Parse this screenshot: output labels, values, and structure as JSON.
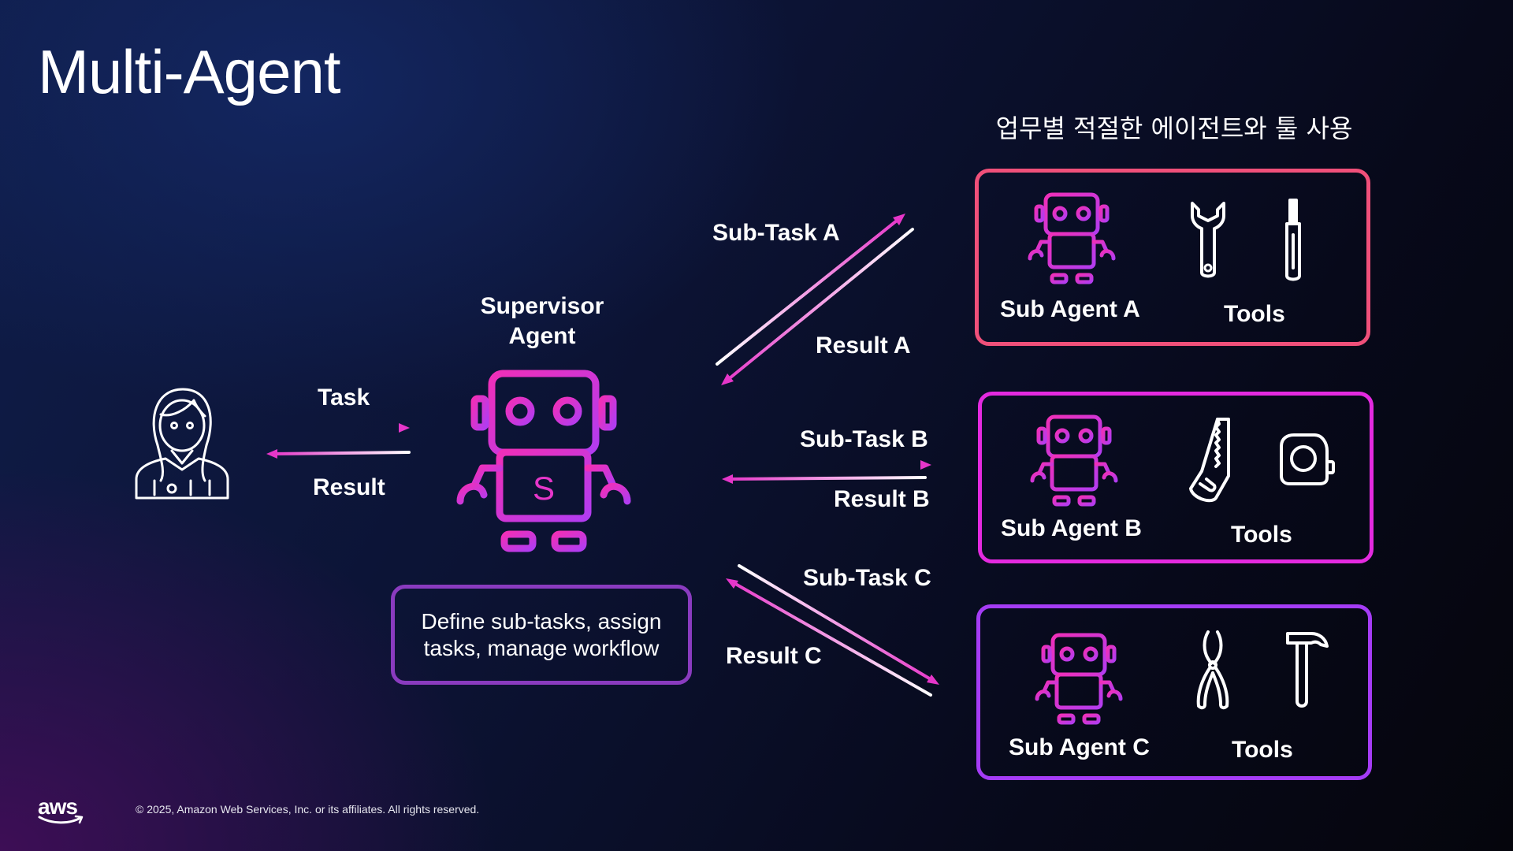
{
  "title": "Multi-Agent",
  "subtitle": "업무별 적절한 에이전트와 툴 사용",
  "user": {
    "icon": "person-icon"
  },
  "task_label": "Task",
  "result_label": "Result",
  "supervisor": {
    "label_line1": "Supervisor",
    "label_line2": "Agent",
    "badge": "S",
    "icon": "robot-icon"
  },
  "description": "Define sub-tasks, assign tasks, manage workflow",
  "flows": {
    "a": {
      "subtask": "Sub-Task A",
      "result": "Result A"
    },
    "b": {
      "subtask": "Sub-Task B",
      "result": "Result B"
    },
    "c": {
      "subtask": "Sub-Task C",
      "result": "Result C"
    }
  },
  "sub_agents": [
    {
      "name": "Sub Agent A",
      "tools_label": "Tools",
      "tools": [
        "wrench-icon",
        "screwdriver-icon"
      ],
      "color": "#f0507a"
    },
    {
      "name": "Sub Agent B",
      "tools_label": "Tools",
      "tools": [
        "saw-icon",
        "tape-measure-icon"
      ],
      "color": "#e42ae0"
    },
    {
      "name": "Sub Agent C",
      "tools_label": "Tools",
      "tools": [
        "pliers-icon",
        "hammer-icon"
      ],
      "color": "#a53cf6"
    }
  ],
  "colors": {
    "accent_pink": "#e636c9",
    "accent_purple": "#a53cf6",
    "accent_red": "#f0507a",
    "line_white": "#ffffff"
  },
  "footer": {
    "logo": "aws",
    "copyright": "© 2025, Amazon Web Services, Inc. or its affiliates. All rights reserved."
  }
}
